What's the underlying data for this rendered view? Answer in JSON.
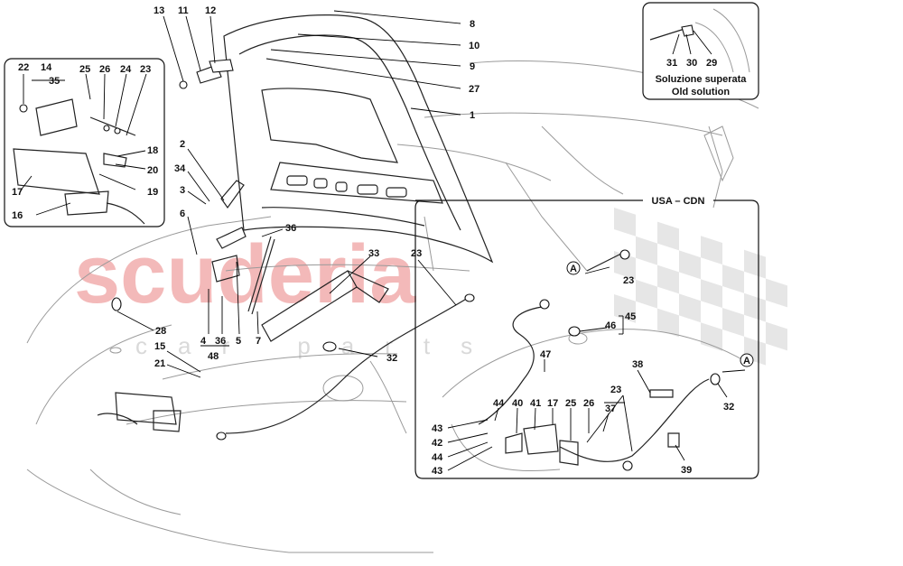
{
  "watermark": {
    "brand": "scuderia",
    "sub": "car parts"
  },
  "insets": {
    "old_solution": {
      "caption_it": "Soluzione superata",
      "caption_en": "Old solution"
    },
    "usa_cdn": {
      "caption": "USA – CDN",
      "view_marker": "A"
    }
  },
  "callouts": {
    "main": [
      "13",
      "11",
      "12",
      "8",
      "10",
      "9",
      "27",
      "1",
      "2",
      "34",
      "3",
      "6",
      "36",
      "33",
      "23",
      "28",
      "15",
      "21",
      "4",
      "36",
      "48",
      "5",
      "7",
      "32"
    ],
    "lock_detail": [
      "22",
      "14",
      "35",
      "25",
      "26",
      "24",
      "23",
      "18",
      "20",
      "19",
      "17",
      "16"
    ],
    "old_solution": [
      "31",
      "30",
      "29"
    ],
    "usa_cdn": [
      "23",
      "46",
      "45",
      "47",
      "38",
      "32",
      "39",
      "44",
      "40",
      "41",
      "17",
      "25",
      "26",
      "23",
      "37",
      "43",
      "42",
      "44",
      "43"
    ]
  },
  "colors": {
    "watermark_red": "#f3b9b9",
    "watermark_grey": "#d9d9d9",
    "line_grey": "#9a9a9a",
    "ink": "#111111"
  }
}
